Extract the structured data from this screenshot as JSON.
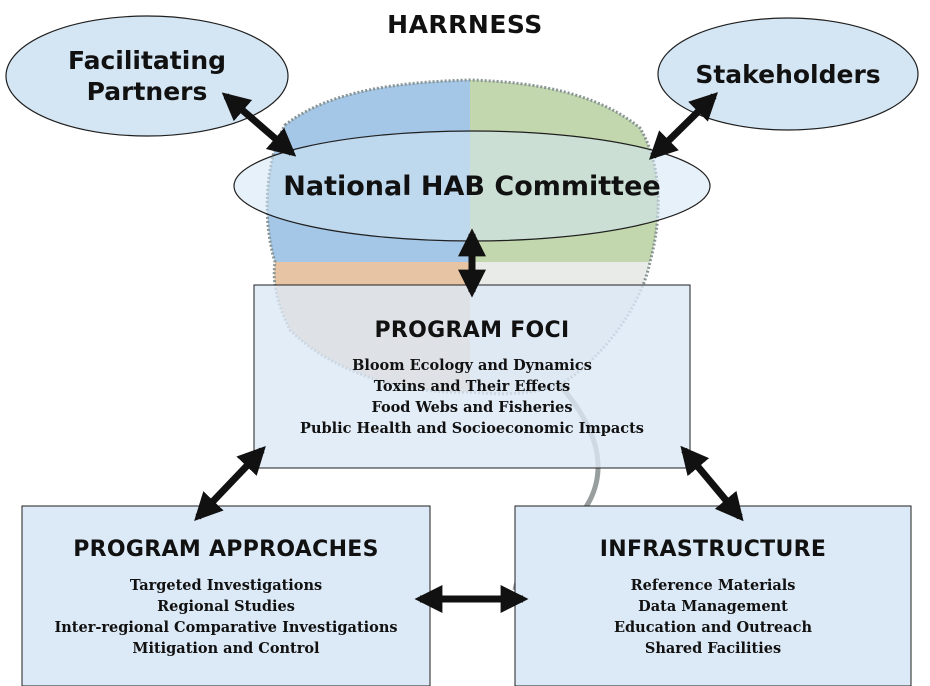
{
  "title": "HARRNESS",
  "nodes": {
    "facilitating_partners": "Facilitating Partners",
    "stakeholders": "Stakeholders",
    "committee": "National HAB Committee"
  },
  "program_foci": {
    "heading": "PROGRAM FOCI",
    "items": [
      "Bloom Ecology and Dynamics",
      "Toxins and Their Effects",
      "Food Webs and Fisheries",
      "Public Health and Socioeconomic Impacts"
    ]
  },
  "program_approaches": {
    "heading": "PROGRAM APPROACHES",
    "items": [
      "Targeted Investigations",
      "Regional Studies",
      "Inter-regional Comparative Investigations",
      "Mitigation and Control"
    ]
  },
  "infrastructure": {
    "heading": "INFRASTRUCTURE",
    "items": [
      "Reference Materials",
      "Data Management",
      "Education and Outreach",
      "Shared Facilities"
    ]
  },
  "colors": {
    "ellipse_fill": "#d4e6f4",
    "box_fill": "#dce9f6",
    "outline": "#1f1f1f",
    "arrow": "#111111",
    "map_blue": "#6fa3d6",
    "map_green": "#9bbd7c",
    "map_orange": "#d9a16b",
    "map_gray": "#d8dbd8"
  }
}
